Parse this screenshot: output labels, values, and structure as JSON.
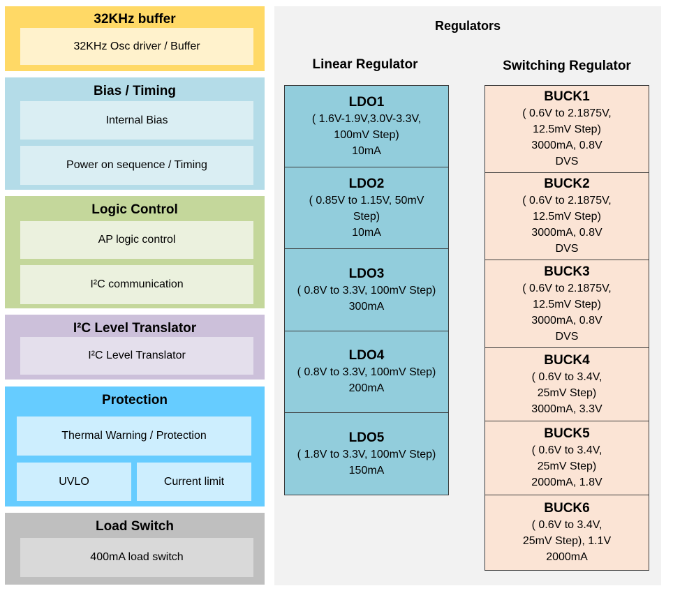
{
  "left_blocks": {
    "buffer": {
      "title": "32KHz buffer",
      "items": [
        "32KHz Osc driver / Buffer"
      ]
    },
    "bias": {
      "title": "Bias / Timing",
      "items": [
        "Internal Bias",
        "Power on sequence / Timing"
      ]
    },
    "logic": {
      "title": "Logic Control",
      "items": [
        "AP logic control",
        "I²C communication"
      ]
    },
    "i2c": {
      "title": "I²C Level Translator",
      "items": [
        "I²C Level Translator"
      ]
    },
    "protection": {
      "title": "Protection",
      "items": [
        "Thermal Warning / Protection",
        "UVLO",
        "Current limit"
      ]
    },
    "load_switch": {
      "title": "Load Switch",
      "items": [
        "400mA load switch"
      ]
    }
  },
  "regulators": {
    "title": "Regulators",
    "linear": {
      "title": "Linear Regulator",
      "items": [
        {
          "name": "LDO1",
          "lines": [
            "( 1.6V-1.9V,3.0V-3.3V,",
            "100mV Step)",
            "10mA"
          ]
        },
        {
          "name": "LDO2",
          "lines": [
            "( 0.85V to 1.15V, 50mV",
            "Step)",
            "10mA"
          ]
        },
        {
          "name": "LDO3",
          "lines": [
            "( 0.8V to 3.3V, 100mV Step)",
            "300mA"
          ]
        },
        {
          "name": "LDO4",
          "lines": [
            "( 0.8V to 3.3V, 100mV Step)",
            "200mA"
          ]
        },
        {
          "name": "LDO5",
          "lines": [
            "( 1.8V to 3.3V, 100mV Step)",
            "150mA"
          ]
        }
      ]
    },
    "switching": {
      "title": "Switching Regulator",
      "items": [
        {
          "name": "BUCK1",
          "lines": [
            "( 0.6V to 2.1875V,",
            "12.5mV Step)",
            "3000mA, 0.8V",
            "DVS"
          ]
        },
        {
          "name": "BUCK2",
          "lines": [
            "( 0.6V to 2.1875V,",
            "12.5mV Step)",
            "3000mA, 0.8V",
            "DVS"
          ]
        },
        {
          "name": "BUCK3",
          "lines": [
            "( 0.6V to 2.1875V,",
            "12.5mV Step)",
            "3000mA, 0.8V",
            "DVS"
          ]
        },
        {
          "name": "BUCK4",
          "lines": [
            "( 0.6V to 3.4V,",
            "25mV Step)",
            "3000mA, 3.3V"
          ]
        },
        {
          "name": "BUCK5",
          "lines": [
            "( 0.6V to 3.4V,",
            "25mV Step)",
            "2000mA, 1.8V"
          ]
        },
        {
          "name": "BUCK6",
          "lines": [
            "( 0.6V to 3.4V,",
            "25mV Step), 1.1V",
            "2000mA"
          ]
        }
      ]
    }
  },
  "colors": {
    "buffer_outer": "#ffd966",
    "buffer_inner": "#fff2cc",
    "bias_outer": "#b4dce8",
    "bias_inner": "#daeef3",
    "logic_outer": "#c4d79b",
    "logic_inner": "#ebf1de",
    "i2c_outer": "#ccc0da",
    "i2c_inner": "#e4dfec",
    "protection_outer": "#66ccff",
    "protection_inner": "#cdeefe",
    "load_outer": "#bfbfbf",
    "load_inner": "#d9d9d9",
    "ldo_fill": "#92cddc",
    "buck_fill": "#fbe4d5",
    "regulator_panel": "#f2f2f2"
  }
}
